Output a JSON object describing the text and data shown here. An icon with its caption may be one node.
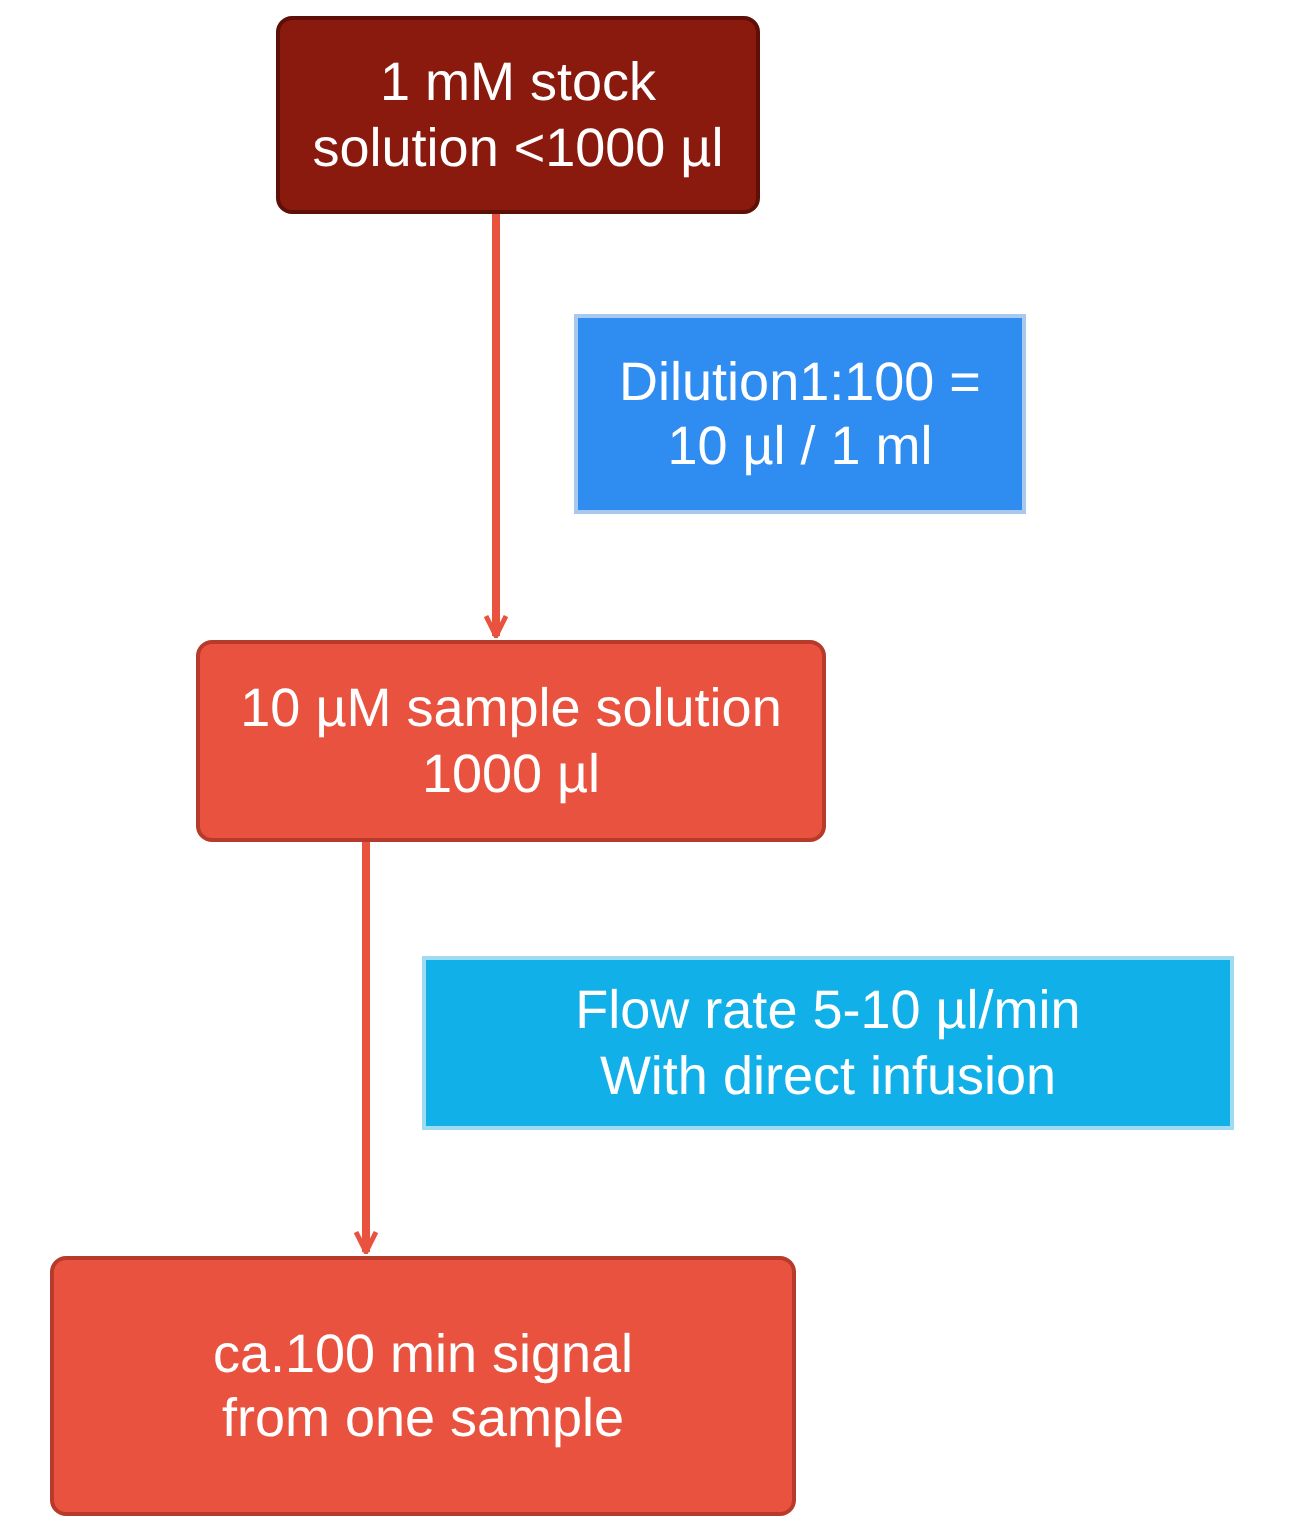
{
  "diagram": {
    "nodes": [
      {
        "text": [
          "1 mM stock solution <1000 µl"
        ]
      },
      {
        "text": [
          "Dilution1:100 = 10 µl / 1 ml"
        ]
      },
      {
        "text": [
          "10 µM sample solution 1000 µl"
        ]
      },
      {
        "text": [
          "Flow rate 5-10 µl/min With direct infusion"
        ]
      },
      {
        "text": [
          "ca.100 min signal from one sample"
        ]
      }
    ],
    "edges": [
      {
        "from": 0,
        "to": 2,
        "arrow": "to"
      },
      {
        "from": 2,
        "to": 4,
        "arrow": "to"
      }
    ]
  }
}
